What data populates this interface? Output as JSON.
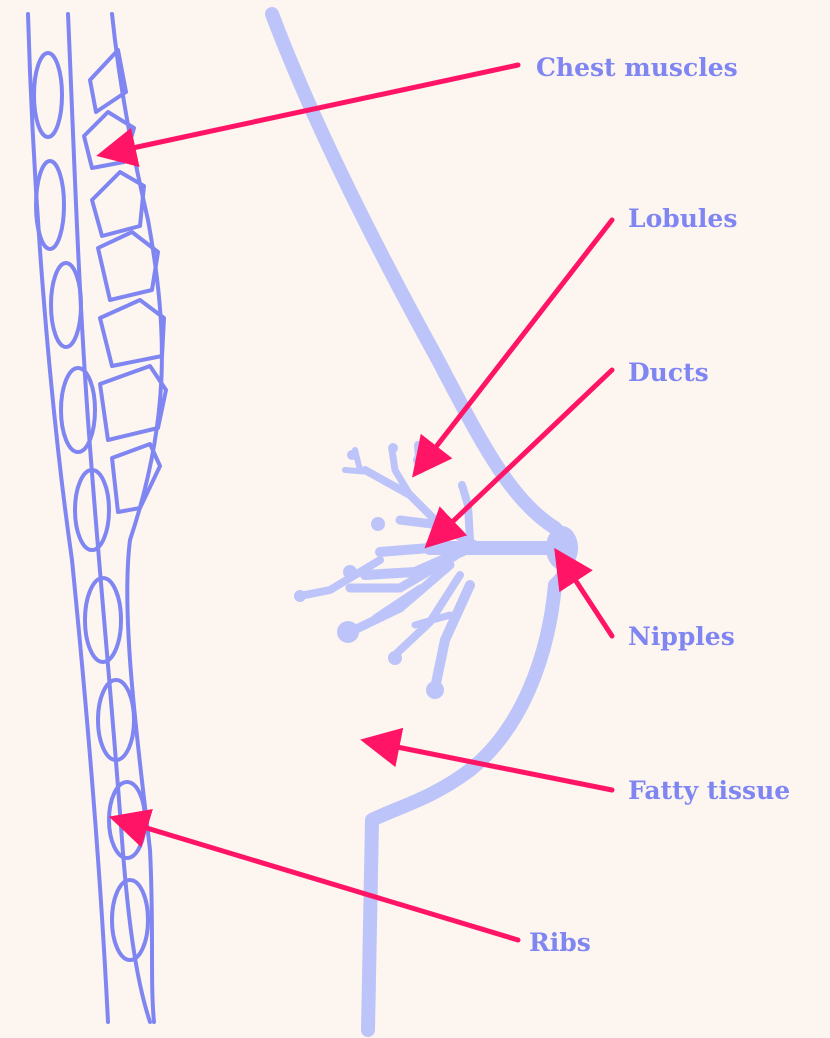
{
  "colors": {
    "background": "#fdf5ef",
    "ribcage": "#7f86f2",
    "breast_tissue": "#bcc4fa",
    "arrow": "#ff1466",
    "label_text": "#7f86f2"
  },
  "labels": {
    "chest_muscles": "Chest muscles",
    "lobules": "Lobules",
    "ducts": "Ducts",
    "nipples": "Nipples",
    "fatty_tissue": "Fatty tissue",
    "ribs": "Ribs"
  }
}
